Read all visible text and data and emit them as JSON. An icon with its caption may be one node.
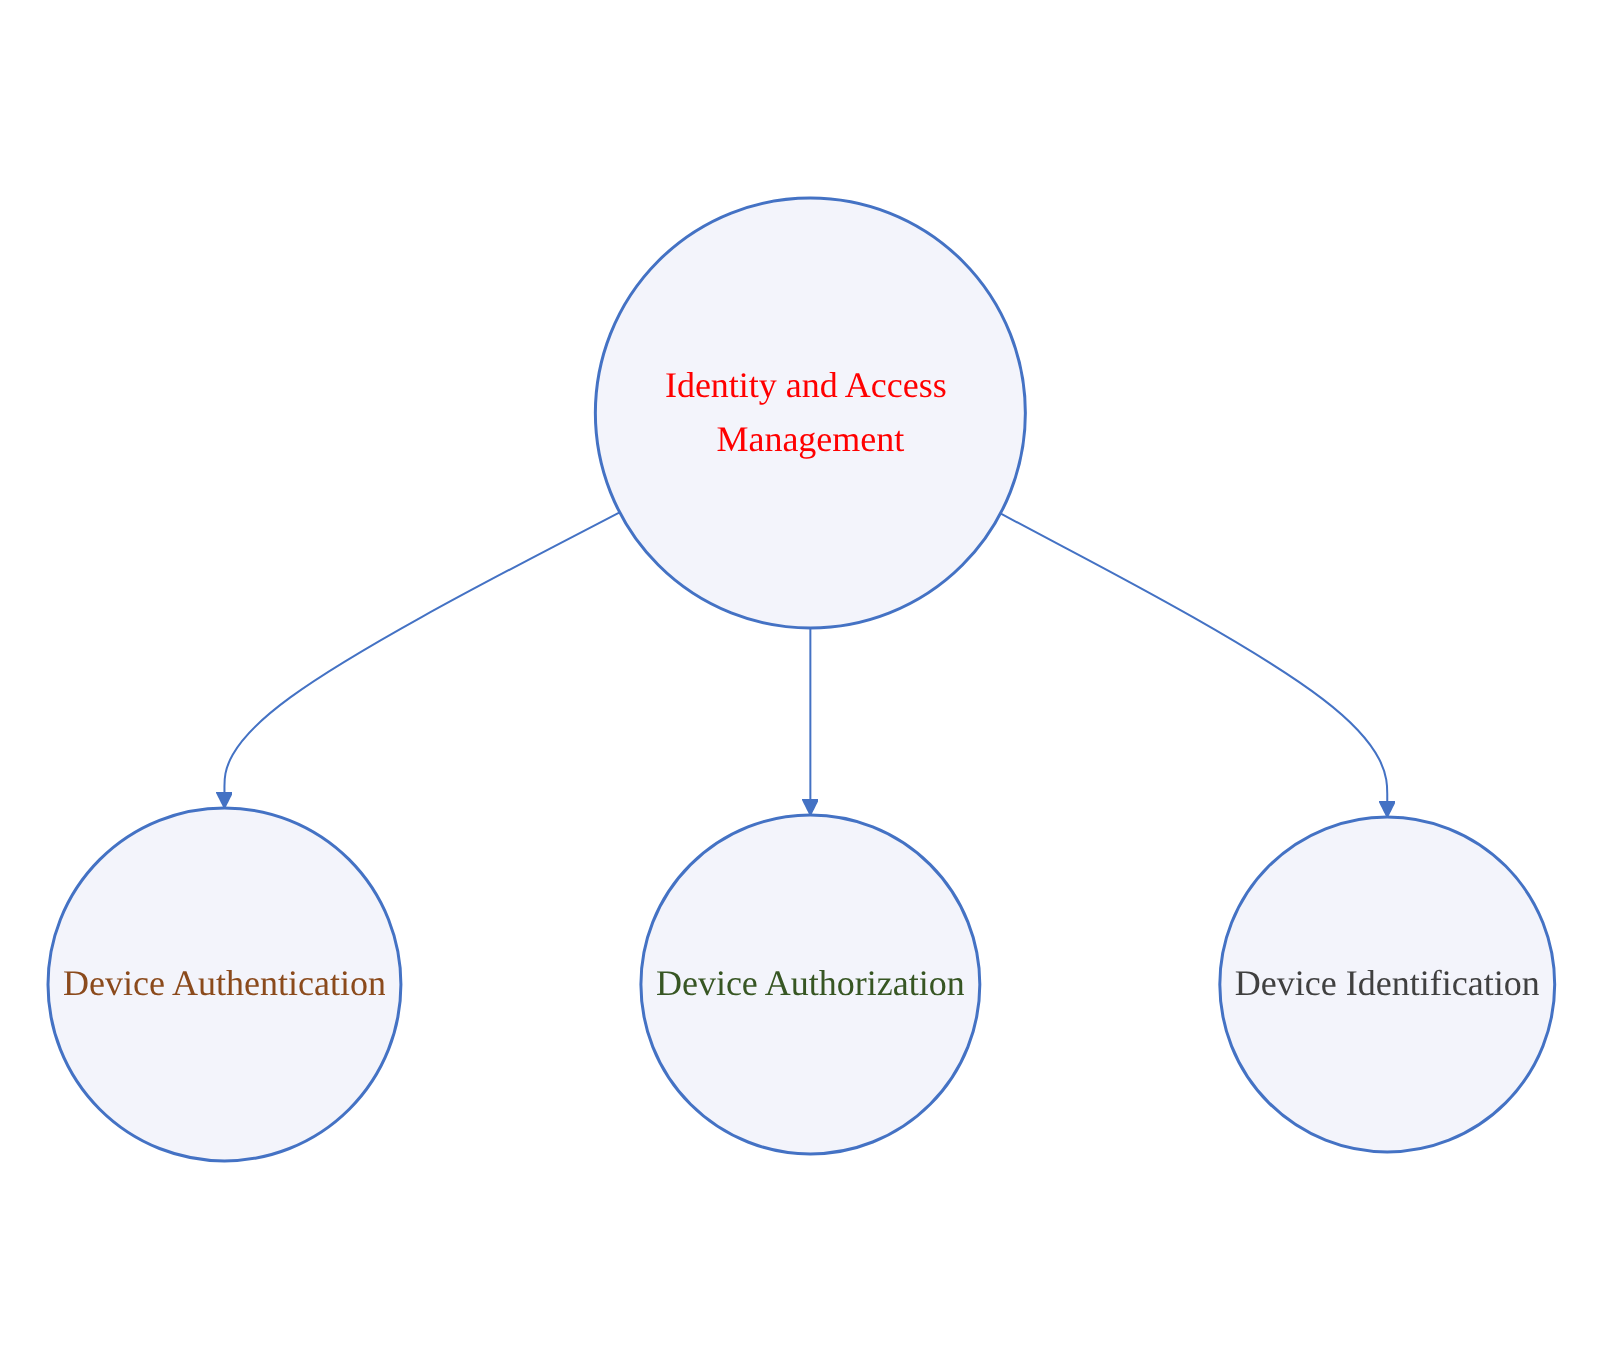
{
  "diagram": {
    "nodes": [
      {
        "text": [
          "Device Authentication"
        ]
      },
      {
        "text": [
          "Identity and Access Management"
        ]
      },
      {
        "text": [
          "Device Authorization"
        ]
      },
      {
        "text": [
          "Device Identification"
        ]
      }
    ],
    "edges": [
      {
        "from": 1,
        "to": 0,
        "arrow": "to"
      },
      {
        "from": 1,
        "to": 2,
        "arrow": "to"
      },
      {
        "from": 1,
        "to": 3,
        "arrow": "to"
      }
    ]
  }
}
